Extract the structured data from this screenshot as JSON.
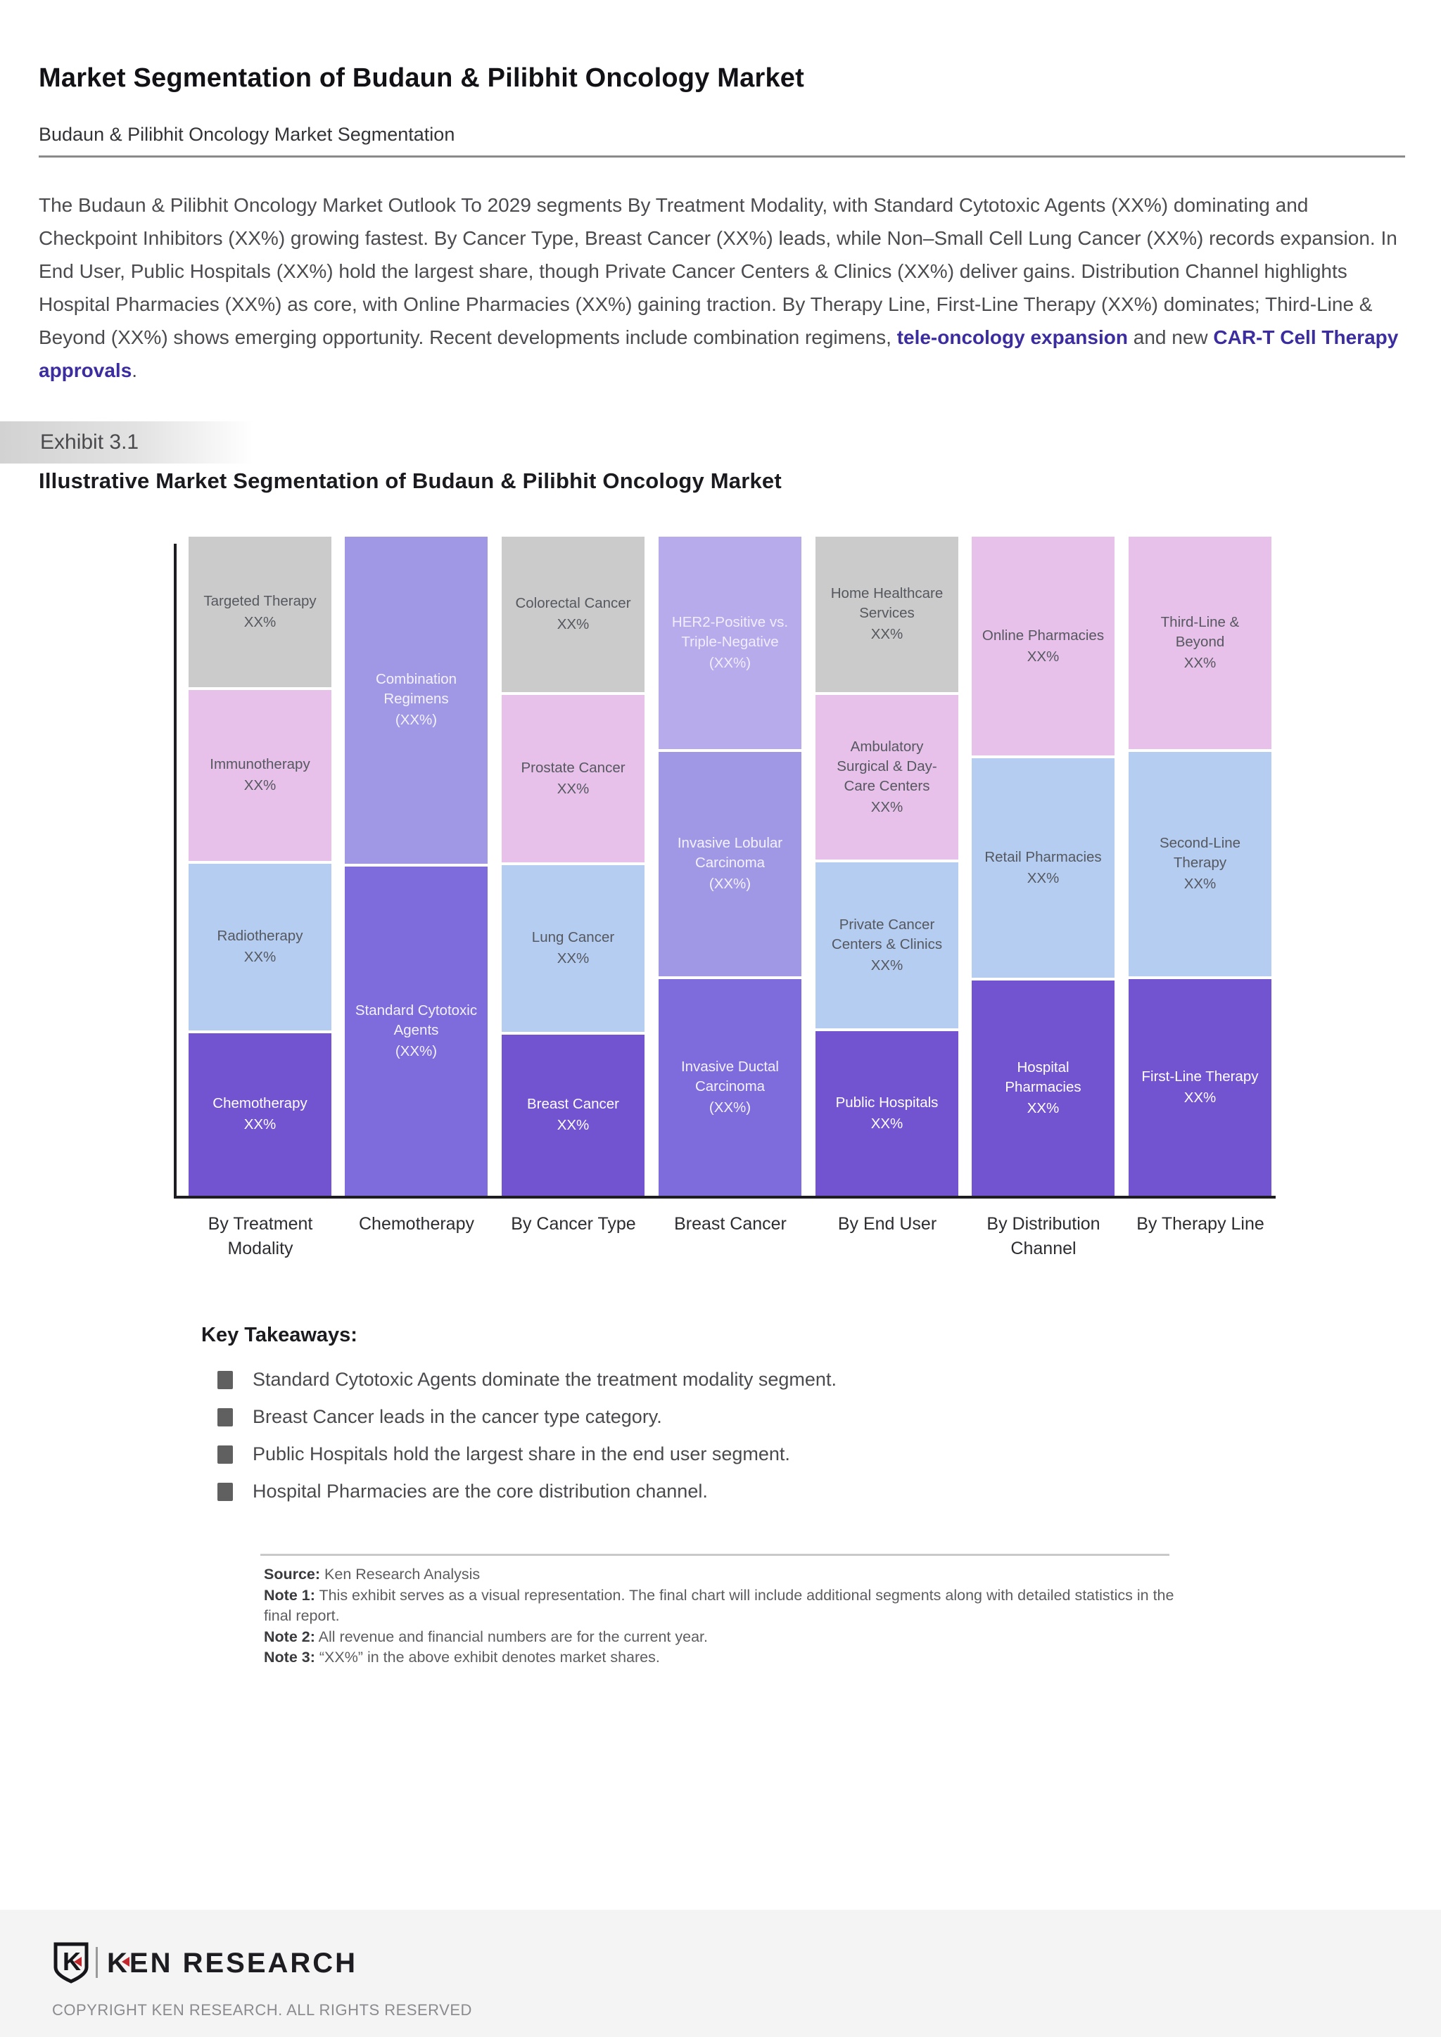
{
  "page": {
    "title": "Market Segmentation of Budaun & Pilibhit Oncology Market",
    "subtitle": "Budaun & Pilibhit Oncology Market Segmentation"
  },
  "intro": {
    "parts": [
      {
        "text": "The Budaun & Pilibhit Oncology Market Outlook To 2029 segments By Treatment Modality, with Standard Cytotoxic Agents (XX%) dominating and Checkpoint Inhibitors (XX%) growing fastest. By Cancer Type, Breast Cancer (XX%) leads, while Non–Small Cell Lung Cancer (XX%) records expansion. In End User, Public Hospitals (XX%) hold the largest share, though Private Cancer Centers & Clinics (XX%) deliver gains. Distribution Channel highlights Hospital Pharmacies (XX%) as core, with Online Pharmacies (XX%) gaining traction. By Therapy Line, First-Line Therapy (XX%) dominates; Third-Line & Beyond (XX%) shows emerging opportunity. Recent developments include combination regimens, ",
        "link": false
      },
      {
        "text": "tele-oncology expansion",
        "link": true
      },
      {
        "text": " and new ",
        "link": false
      },
      {
        "text": "CAR-T Cell Therapy approvals",
        "link": true
      },
      {
        "text": ".",
        "link": false
      }
    ],
    "link_color": "#3b2da0"
  },
  "exhibit": {
    "tag": "Exhibit 3.1",
    "title": "Illustrative Market Segmentation of Budaun & Pilibhit Oncology Market"
  },
  "chart_data": {
    "type": "bar",
    "subtype": "stacked-percent-illustrative",
    "title": "Illustrative Market Segmentation of Budaun & Pilibhit Oncology Market",
    "value_note": "XX% denotes market shares (placeholder values)",
    "axis": {
      "baseline_color": "#1e1e22",
      "grid": false
    },
    "columns": [
      {
        "axis_label": "By Treatment Modality",
        "segments": [
          {
            "label": "Targeted Therapy",
            "share": "XX%",
            "height_pct": 23.0,
            "color": "#cbcbcb",
            "text_color": "#55585f"
          },
          {
            "label": "Immunotherapy",
            "share": "XX%",
            "height_pct": 26.4,
            "color": "#e8c1ea",
            "text_color": "#55585f"
          },
          {
            "label": "Radiotherapy",
            "share": "XX%",
            "height_pct": 25.6,
            "color": "#b5cdf1",
            "text_color": "#55585f"
          },
          {
            "label": "Chemotherapy",
            "share": "XX%",
            "height_pct": 25.0,
            "color": "#7253d0",
            "text_color": "#ffffff"
          }
        ]
      },
      {
        "axis_label": "Chemotherapy",
        "segments": [
          {
            "label": "Combination Regimens",
            "share": "(XX%)",
            "height_pct": 49.8,
            "color": "#a098e5",
            "text_color": "#f4f2fc"
          },
          {
            "label": "Standard Cytotoxic Agents",
            "share": "(XX%)",
            "height_pct": 50.2,
            "color": "#7e6bdc",
            "text_color": "#f4f2fc"
          }
        ]
      },
      {
        "axis_label": "By Cancer Type",
        "segments": [
          {
            "label": "Colorectal Cancer",
            "share": "XX%",
            "height_pct": 23.8,
            "color": "#cbcbcb",
            "text_color": "#55585f"
          },
          {
            "label": "Prostate Cancer",
            "share": "XX%",
            "height_pct": 25.8,
            "color": "#e8c1ea",
            "text_color": "#55585f"
          },
          {
            "label": "Lung Cancer",
            "share": "XX%",
            "height_pct": 25.6,
            "color": "#b5cdf1",
            "text_color": "#55585f"
          },
          {
            "label": "Breast Cancer",
            "share": "XX%",
            "height_pct": 24.8,
            "color": "#7253d0",
            "text_color": "#ffffff"
          }
        ]
      },
      {
        "axis_label": "Breast Cancer",
        "segments": [
          {
            "label": "HER2-Positive vs. Triple-Negative",
            "share": "(XX%)",
            "height_pct": 32.5,
            "color": "#b7abeb",
            "text_color": "#f1edfc"
          },
          {
            "label": "Invasive Lobular Carcinoma",
            "share": "(XX%)",
            "height_pct": 34.3,
            "color": "#a098e5",
            "text_color": "#f4f2fc"
          },
          {
            "label": "Invasive Ductal Carcinoma",
            "share": "(XX%)",
            "height_pct": 33.2,
            "color": "#7e6bdc",
            "text_color": "#f4f2fc"
          }
        ]
      },
      {
        "axis_label": "By End User",
        "segments": [
          {
            "label": "Home Healthcare Services",
            "share": "XX%",
            "height_pct": 23.8,
            "color": "#cbcbcb",
            "text_color": "#55585f"
          },
          {
            "label": "Ambulatory Surgical & Day-Care Centers",
            "share": "XX%",
            "height_pct": 25.4,
            "color": "#e8c1ea",
            "text_color": "#55585f"
          },
          {
            "label": "Private Cancer Centers & Clinics",
            "share": "XX%",
            "height_pct": 25.5,
            "color": "#b5cdf1",
            "text_color": "#55585f"
          },
          {
            "label": "Public Hospitals",
            "share": "XX%",
            "height_pct": 25.3,
            "color": "#7253d0",
            "text_color": "#ffffff"
          }
        ]
      },
      {
        "axis_label": "By Distribution Channel",
        "segments": [
          {
            "label": "Online Pharmacies",
            "share": "XX%",
            "height_pct": 33.5,
            "color": "#e8c1ea",
            "text_color": "#55585f"
          },
          {
            "label": "Retail Pharmacies",
            "share": "XX%",
            "height_pct": 33.6,
            "color": "#b5cdf1",
            "text_color": "#55585f"
          },
          {
            "label": "Hospital Pharmacies",
            "share": "XX%",
            "height_pct": 32.9,
            "color": "#7253d0",
            "text_color": "#ffffff"
          }
        ]
      },
      {
        "axis_label": "By Therapy Line",
        "segments": [
          {
            "label": "Third-Line & Beyond",
            "share": "XX%",
            "height_pct": 32.5,
            "color": "#e8c1ea",
            "text_color": "#55585f"
          },
          {
            "label": "Second-Line Therapy",
            "share": "XX%",
            "height_pct": 34.3,
            "color": "#b5cdf1",
            "text_color": "#55585f"
          },
          {
            "label": "First-Line Therapy",
            "share": "XX%",
            "height_pct": 33.2,
            "color": "#7253d0",
            "text_color": "#ffffff"
          }
        ]
      }
    ]
  },
  "takeaways": {
    "heading": "Key Takeaways:",
    "items": [
      "Standard Cytotoxic Agents dominate the treatment modality segment.",
      "Breast Cancer leads in the cancer type category.",
      "Public Hospitals hold the largest share in the end user segment.",
      "Hospital Pharmacies are the core distribution channel."
    ]
  },
  "notes": [
    {
      "label": "Source:",
      "text": "Ken Research Analysis"
    },
    {
      "label": "Note 1:",
      "text": "This exhibit serves as a visual representation. The final chart will include additional segments along with detailed statistics in the final report."
    },
    {
      "label": "Note 2:",
      "text": "All revenue and financial numbers are for the current year."
    },
    {
      "label": "Note 3:",
      "text": "“XX%” in the above exhibit denotes market shares."
    }
  ],
  "footer": {
    "brand": "KEN RESEARCH",
    "brand_accent_color": "#c0272d",
    "copyright": "COPYRIGHT KEN RESEARCH. ALL RIGHTS RESERVED"
  }
}
